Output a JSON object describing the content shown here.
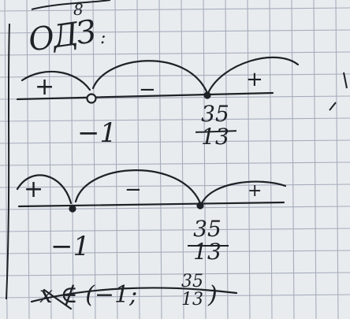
{
  "notes": {
    "domain_label": {
      "text": "ОДЗ",
      "superscript": "8",
      "colon": ":"
    },
    "line1": {
      "sign_left": "+",
      "sign_middle": "−",
      "sign_right": "+",
      "point_a": "−1",
      "point_b_num": "35",
      "point_b_den": "13"
    },
    "line2": {
      "sign_left": "+",
      "sign_middle": "−",
      "sign_right": "+",
      "point_a": "−1",
      "point_b_num": "35",
      "point_b_den": "13"
    },
    "answer": {
      "text": "x ∉ (−1;",
      "frac_num": "35",
      "frac_den": "13",
      "tail": ")"
    }
  },
  "colors": {
    "paper": "#e9ecef",
    "grid": "#9aa3b2",
    "ink": "#1e2126"
  }
}
